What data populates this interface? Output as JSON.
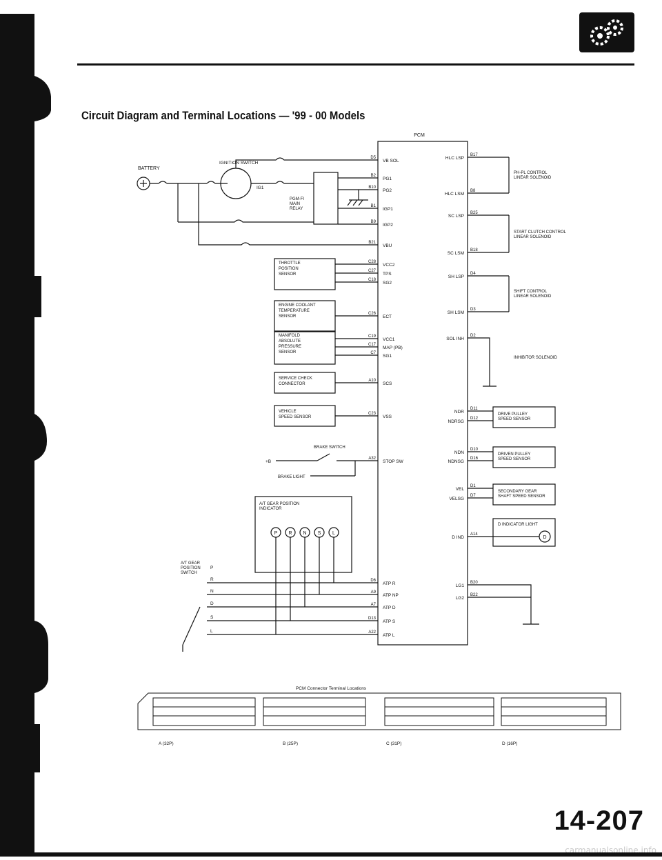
{
  "page": {
    "title": "Circuit Diagram and Terminal Locations — '99 - 00 Models",
    "page_number": "14-207",
    "watermark": "carmanualsonline.info",
    "logo_icon": "gears-icon"
  },
  "diagram": {
    "pcm_label": "PCM",
    "battery_label": "BATTERY",
    "ignition_switch_label": "IGNITION SWITCH",
    "ig1_label": "IG1",
    "relay_label": [
      "PGM-FI",
      "MAIN",
      "RELAY"
    ],
    "pcm_left_terminals": [
      {
        "pin": "D5",
        "name": "VB SOL"
      },
      {
        "pin": "B2",
        "name": "PG1"
      },
      {
        "pin": "B10",
        "name": "PG2"
      },
      {
        "pin": "B1",
        "name": "IGP1"
      },
      {
        "pin": "B9",
        "name": "IGP2"
      },
      {
        "pin": "B21",
        "name": "VBU"
      },
      {
        "pin": "C28",
        "name": "VCC2"
      },
      {
        "pin": "C27",
        "name": "TPS"
      },
      {
        "pin": "C18",
        "name": "SG2"
      },
      {
        "pin": "C26",
        "name": "ECT"
      },
      {
        "pin": "C19",
        "name": "VCC1"
      },
      {
        "pin": "C17",
        "name": "MAP (PB)"
      },
      {
        "pin": "C7",
        "name": "SG1"
      },
      {
        "pin": "A10",
        "name": "SCS"
      },
      {
        "pin": "C23",
        "name": "VSS"
      },
      {
        "pin": "A32",
        "name": "STOP SW"
      },
      {
        "pin": "D6",
        "name": "ATP R"
      },
      {
        "pin": "A9",
        "name": "ATP NP"
      },
      {
        "pin": "A7",
        "name": "ATP D"
      },
      {
        "pin": "D13",
        "name": "ATP S"
      },
      {
        "pin": "A22",
        "name": "ATP L"
      }
    ],
    "pcm_right_terminals": [
      {
        "pin": "B17",
        "name": "HLC LSP"
      },
      {
        "pin": "B8",
        "name": "HLC LSM"
      },
      {
        "pin": "B25",
        "name": "SC LSP"
      },
      {
        "pin": "B18",
        "name": "SC LSM"
      },
      {
        "pin": "D4",
        "name": "SH LSP"
      },
      {
        "pin": "D3",
        "name": "SH LSM"
      },
      {
        "pin": "D2",
        "name": "SOL INH"
      },
      {
        "pin": "D11",
        "name": "NDR"
      },
      {
        "pin": "D12",
        "name": "NDRSG"
      },
      {
        "pin": "D10",
        "name": "NDN"
      },
      {
        "pin": "D16",
        "name": "NDNSG"
      },
      {
        "pin": "D1",
        "name": "VEL"
      },
      {
        "pin": "D7",
        "name": "VELSG"
      },
      {
        "pin": "A14",
        "name": "D IND"
      },
      {
        "pin": "B20",
        "name": "LG1"
      },
      {
        "pin": "B22",
        "name": "LG2"
      }
    ],
    "left_components": [
      [
        "THROTTLE",
        "POSITION",
        "SENSOR"
      ],
      [
        "ENGINE COOLANT",
        "TEMPERATURE",
        "SENSOR"
      ],
      [
        "MANIFOLD",
        "ABSOLUTE",
        "PRESSURE",
        "SENSOR"
      ],
      [
        "SERVICE CHECK",
        "CONNECTOR"
      ],
      [
        "VEHICLE",
        "SPEED SENSOR"
      ]
    ],
    "right_solenoids": [
      [
        "PH-PL CONTROL",
        "LINEAR SOLENOID"
      ],
      [
        "START CLUTCH CONTROL",
        "LINEAR SOLENOID"
      ],
      [
        "SHIFT CONTROL",
        "LINEAR SOLENOID"
      ],
      [
        "INHIBITOR SOLENOID"
      ]
    ],
    "right_sensors": [
      [
        "DRIVE PULLEY",
        "SPEED SENSOR"
      ],
      [
        "DRIVEN PULLEY",
        "SPEED SENSOR"
      ],
      [
        "SECONDARY GEAR",
        "SHAFT SPEED SENSOR"
      ],
      [
        "D INDICATOR LIGHT"
      ]
    ],
    "d_symbol": "D",
    "brake_switch_label": "BRAKE SWITCH",
    "plus_b_label": "+B",
    "brake_light_label": "BRAKE LIGHT",
    "indicator_label": [
      "A/T GEAR POSITION",
      "INDICATOR"
    ],
    "indicator_letters": [
      "P",
      "R",
      "N",
      "S",
      "L"
    ],
    "gear_switch_label": [
      "A/T GEAR",
      "POSITION",
      "SWITCH"
    ],
    "gear_positions": [
      "P",
      "R",
      "N",
      "D",
      "S",
      "L"
    ]
  },
  "connectors": {
    "title": "PCM Connector Terminal Locations",
    "labels": [
      "A (32P)",
      "B (25P)",
      "C (31P)",
      "D (16P)"
    ]
  }
}
